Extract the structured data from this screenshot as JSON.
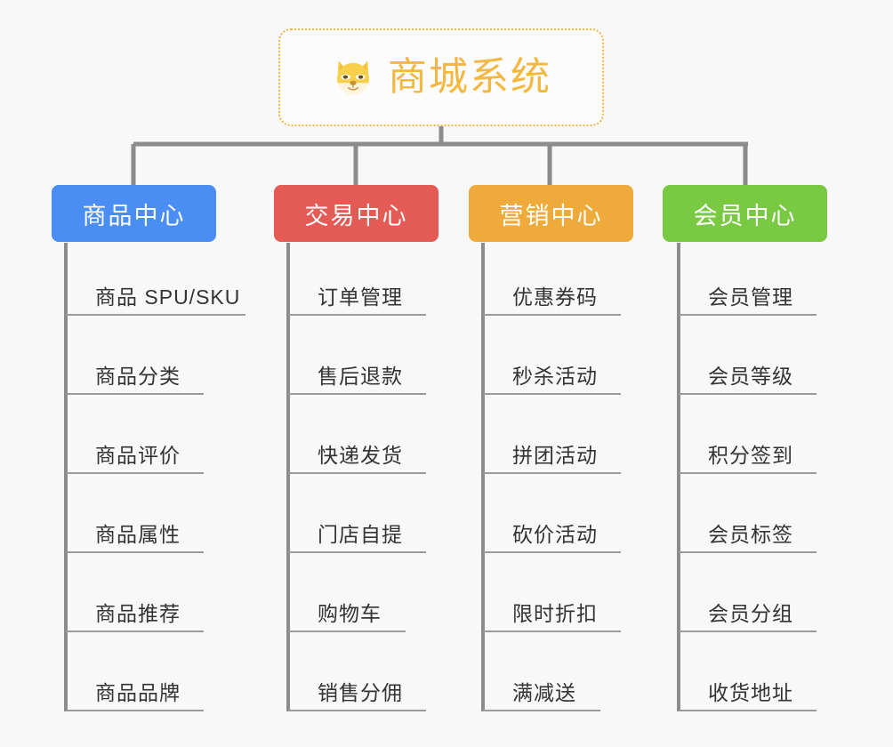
{
  "root": {
    "title": "商城系统",
    "emoji_name": "shiba-inu-face-emoji",
    "title_color": "#f3b842",
    "border_color": "#f0b44a"
  },
  "canvas": {
    "background": "#f8f8f8",
    "connector_color": "#8c8c8c"
  },
  "categories": [
    {
      "label": "商品中心",
      "color": "#4a8ef4",
      "items": [
        "商品 SPU/SKU",
        "商品分类",
        "商品评价",
        "商品属性",
        "商品推荐",
        "商品品牌"
      ]
    },
    {
      "label": "交易中心",
      "color": "#e45b55",
      "items": [
        "订单管理",
        "售后退款",
        "快递发货",
        "门店自提",
        "购物车",
        "销售分佣"
      ]
    },
    {
      "label": "营销中心",
      "color": "#eeab3c",
      "items": [
        "优惠券码",
        "秒杀活动",
        "拼团活动",
        "砍价活动",
        "限时折扣",
        "满减送"
      ]
    },
    {
      "label": "会员中心",
      "color": "#7ac943",
      "items": [
        "会员管理",
        "会员等级",
        "积分签到",
        "会员标签",
        "会员分组",
        "收货地址"
      ]
    }
  ]
}
